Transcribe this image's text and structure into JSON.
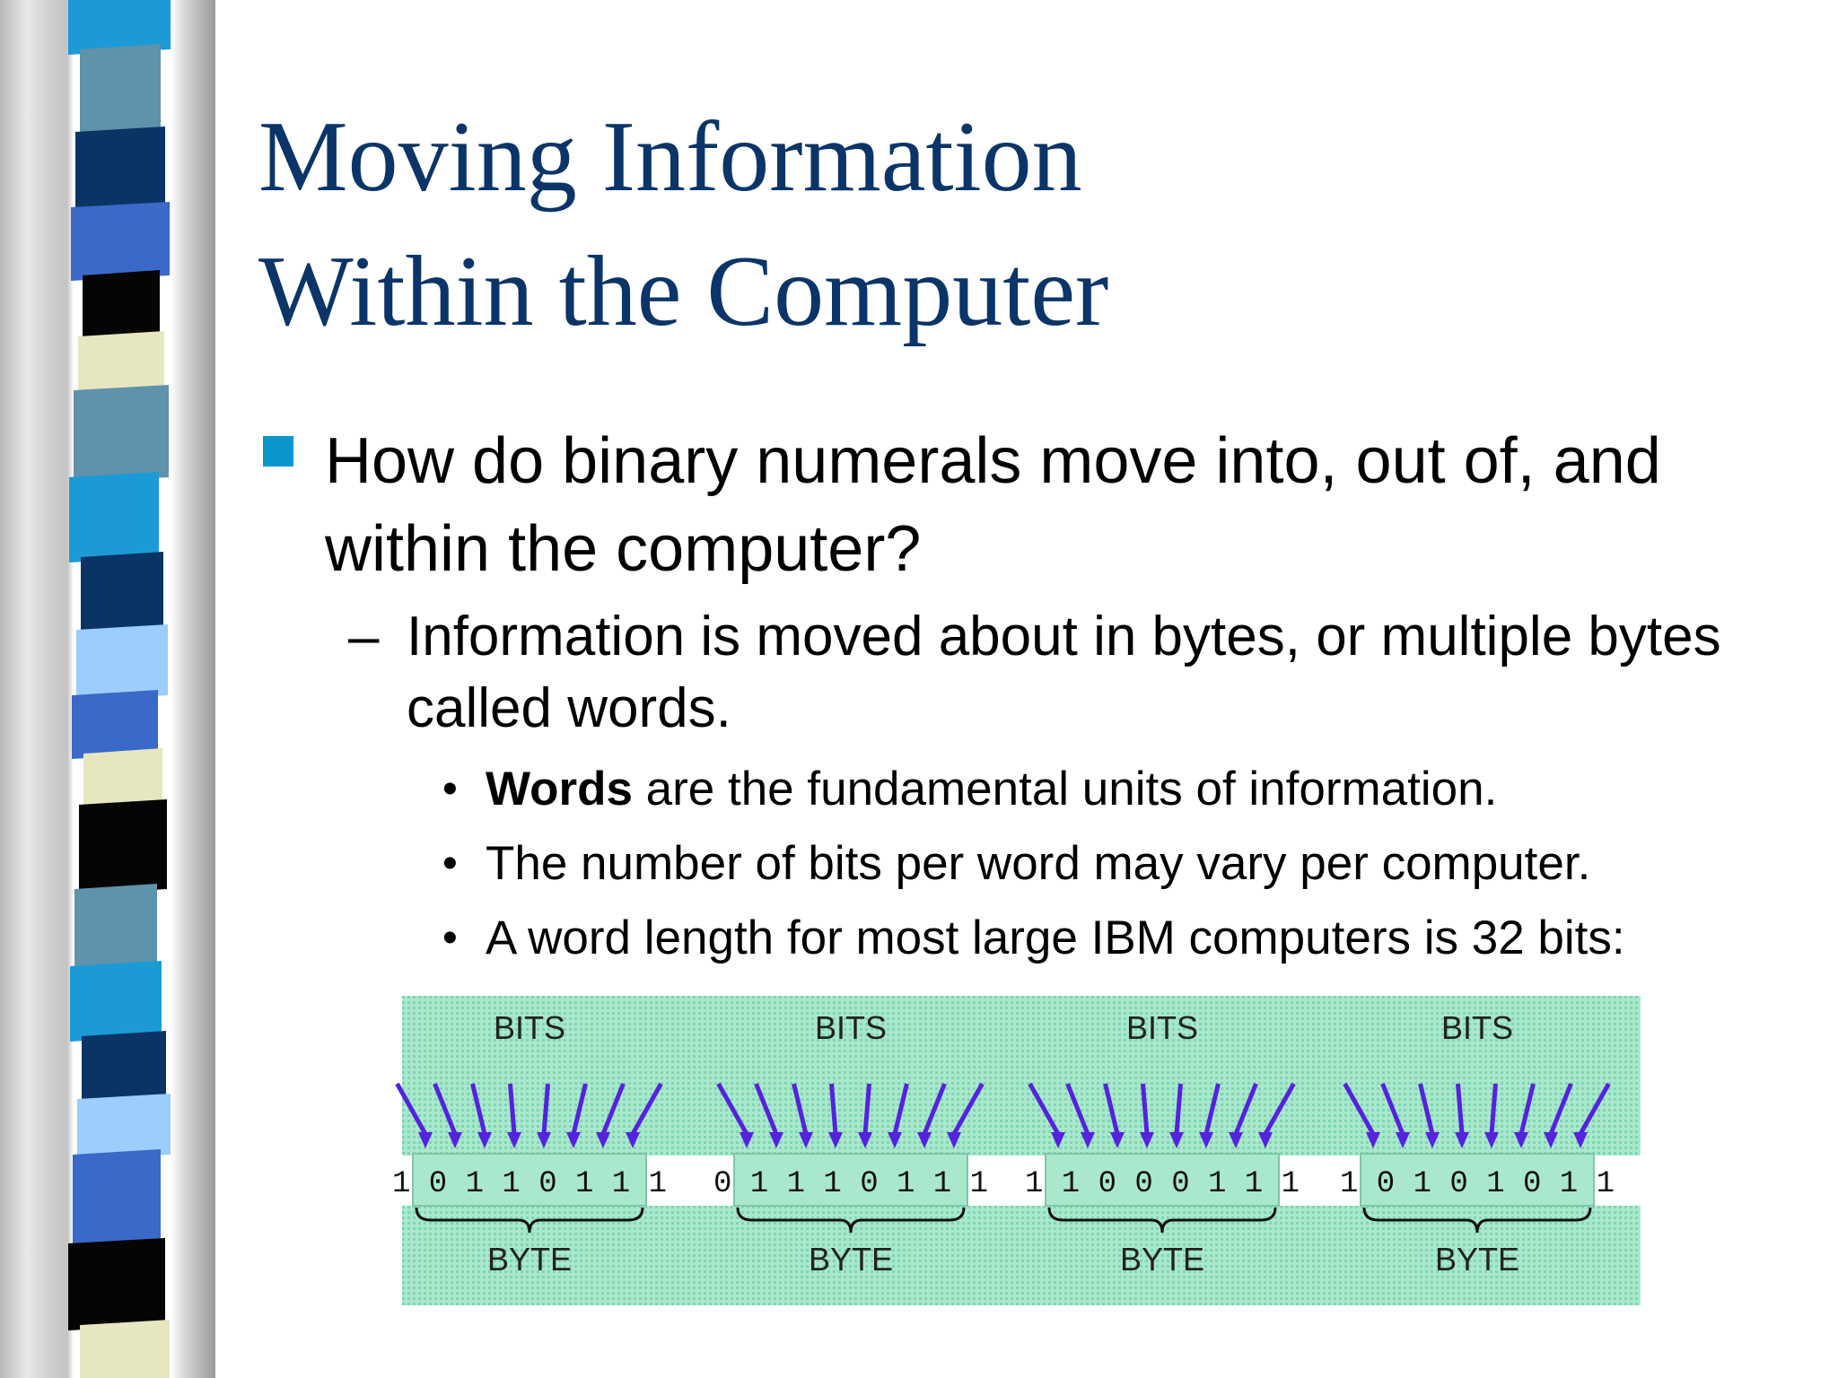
{
  "title_lines": [
    "Moving Information",
    "Within the Computer"
  ],
  "bullet_level1": "How do binary numerals move into, out of, and within the computer?",
  "bullet_level2": "Information is moved about in bytes, or multiple bytes called words.",
  "dash_glyph": "–",
  "dot_glyph": "•",
  "bullets_level3": [
    {
      "bold": "Words",
      "text": " are the fundamental units of information."
    },
    {
      "bold": "",
      "text": "The number of bits per word may vary per computer."
    },
    {
      "bold": "",
      "text": "A word length for most large IBM computers is 32 bits:"
    }
  ],
  "figure": {
    "bits_label": "BITS",
    "byte_label": "BYTE",
    "bytes": [
      "1 0 1 1 0 1 1 1",
      "0 1 1 1 0 1 1 1",
      "1 1 0 0 0 1 1 1",
      "1 0 1 0 1 0 1 1"
    ]
  },
  "colors": {
    "title": "#0b3568",
    "bullet_square": "#0a96cc",
    "figure_bg": "#a8e6cf",
    "arrow": "#5522dd",
    "stripes": [
      "#1b9ad6",
      "#5e93ab",
      "#0a3464",
      "#3a69c9",
      "#050505",
      "#e6e6bf",
      "#9ccdfb"
    ]
  }
}
